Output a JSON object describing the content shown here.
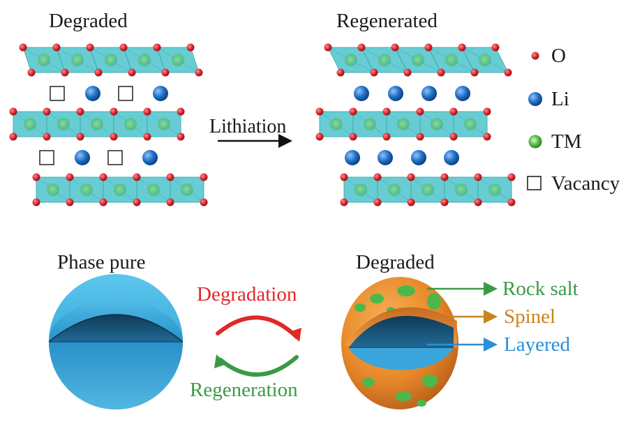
{
  "top": {
    "left_title": "Degraded",
    "right_title": "Regenerated",
    "arrow_label": "Lithiation"
  },
  "legend": [
    {
      "symbol": "o-atom",
      "label": "O",
      "color": "#d8232a"
    },
    {
      "symbol": "li-atom",
      "label": "Li",
      "color": "#1f6fc4"
    },
    {
      "symbol": "tm-atom",
      "label": "TM",
      "color": "#3aa83a"
    },
    {
      "symbol": "vacancy-square",
      "label": "Vacancy",
      "color": "#1a1a1a"
    }
  ],
  "bottom": {
    "left_title": "Phase pure",
    "right_title": "Degraded",
    "degradation_label": "Degradation",
    "regeneration_label": "Regeneration",
    "phases": [
      {
        "label": "Rock salt",
        "color": "#3a9a45"
      },
      {
        "label": "Spinel",
        "color": "#c8841e"
      },
      {
        "label": "Layered",
        "color": "#2a8fd6"
      }
    ]
  },
  "colors": {
    "layer": "#5cc8d0",
    "oxygen": "#d8232a",
    "lithium": "#1f6fc4",
    "tm": "#3aa83a",
    "sphere_blue": "#2a8fc8",
    "sphere_orange": "#e8892a",
    "rock_salt": "#4cb84a",
    "degradation": "#e02828",
    "regeneration": "#3a9a45"
  }
}
